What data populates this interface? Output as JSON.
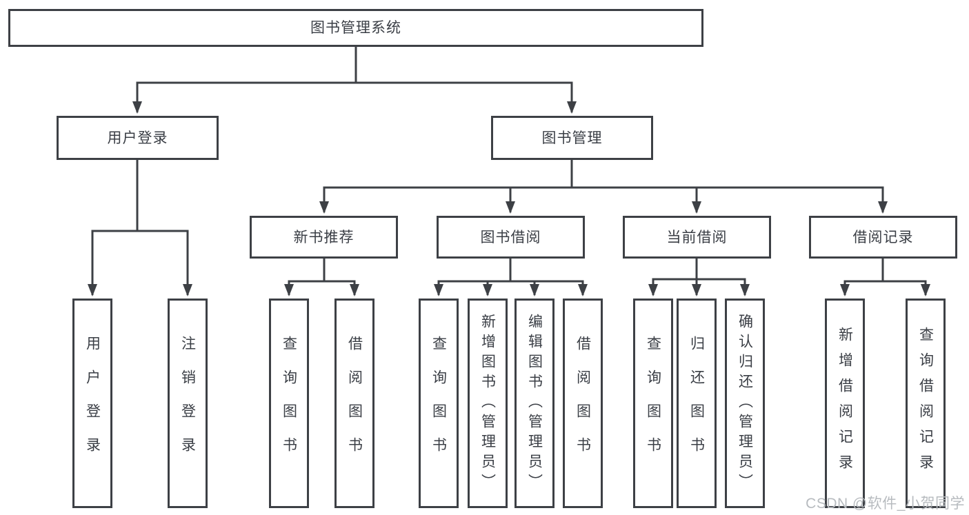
{
  "diagram": {
    "title": "图书管理系统",
    "colors": {
      "line": "#3d4045",
      "border": "#3d4045",
      "text": "#3a3e45",
      "watermark": "#b7bbbf",
      "background": "#ffffff"
    },
    "root": {
      "label": "图书管理系统"
    },
    "level2": [
      {
        "label": "用户登录",
        "parent": "图书管理系统"
      },
      {
        "label": "图书管理",
        "parent": "图书管理系统"
      }
    ],
    "level3": [
      {
        "label": "新书推荐",
        "parent": "图书管理"
      },
      {
        "label": "图书借阅",
        "parent": "图书管理"
      },
      {
        "label": "当前借阅",
        "parent": "图书管理"
      },
      {
        "label": "借阅记录",
        "parent": "图书管理"
      }
    ],
    "leaves": [
      {
        "label": "用户登录",
        "parent": "用户登录"
      },
      {
        "label": "注销登录",
        "parent": "用户登录"
      },
      {
        "label": "查询图书",
        "parent": "新书推荐"
      },
      {
        "label": "借阅图书",
        "parent": "新书推荐"
      },
      {
        "label": "查询图书",
        "parent": "图书借阅"
      },
      {
        "label": "新增图书（管理员）",
        "parent": "图书借阅"
      },
      {
        "label": "编辑图书（管理员）",
        "parent": "图书借阅"
      },
      {
        "label": "借阅图书",
        "parent": "图书借阅"
      },
      {
        "label": "查询图书",
        "parent": "当前借阅"
      },
      {
        "label": "归还图书",
        "parent": "当前借阅"
      },
      {
        "label": "确认归还（管理员）",
        "parent": "当前借阅"
      },
      {
        "label": "新增借阅记录",
        "parent": "借阅记录"
      },
      {
        "label": "查询借阅记录",
        "parent": "借阅记录"
      }
    ],
    "watermark": "CSDN @软件_小贺同学"
  }
}
